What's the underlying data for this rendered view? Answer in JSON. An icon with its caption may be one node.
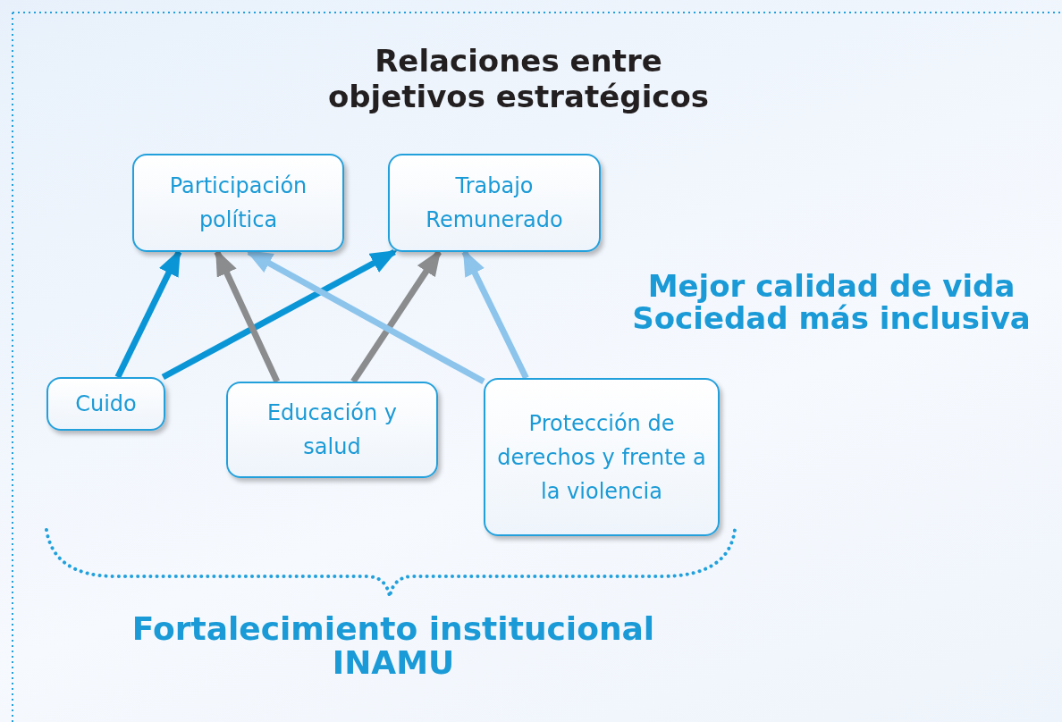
{
  "diagram": {
    "title": "Relaciones entre objetivos estratégicos",
    "nodes": [
      {
        "text": [
          "Participación política"
        ]
      },
      {
        "text": [
          "Trabajo Remunerado"
        ]
      },
      {
        "text": [
          "Cuido"
        ]
      },
      {
        "text": [
          "Educación y salud"
        ]
      },
      {
        "text": [
          "Protección de derechos y frente a la violencia"
        ]
      }
    ],
    "edges": [
      {
        "from": 2,
        "to": 0,
        "arrow": "to"
      },
      {
        "from": 2,
        "to": 1,
        "arrow": "to"
      },
      {
        "from": 3,
        "to": 0,
        "arrow": "to",
        "color": "#8a8c8e"
      },
      {
        "from": 3,
        "to": 1,
        "arrow": "to",
        "color": "#8a8c8e"
      },
      {
        "from": 4,
        "to": 0,
        "arrow": "to",
        "color": "#8cc4ec"
      },
      {
        "from": 4,
        "to": 1,
        "arrow": "to",
        "color": "#8cc4ec"
      }
    ],
    "labels": [
      "Mejor calidad de vida",
      "Sociedad más inclusiva",
      "Fortalecimiento institucional",
      "INAMU"
    ]
  }
}
